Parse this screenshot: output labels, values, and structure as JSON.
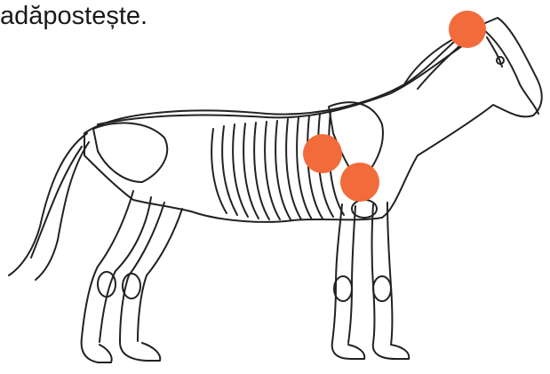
{
  "caption": "adăpostește.",
  "colors": {
    "marker": "#f26b3a",
    "line": "#222222"
  },
  "markers": [
    {
      "name": "marker-poll",
      "label": ""
    },
    {
      "name": "marker-withers",
      "label": ""
    },
    {
      "name": "marker-shoulder",
      "label": ""
    }
  ]
}
